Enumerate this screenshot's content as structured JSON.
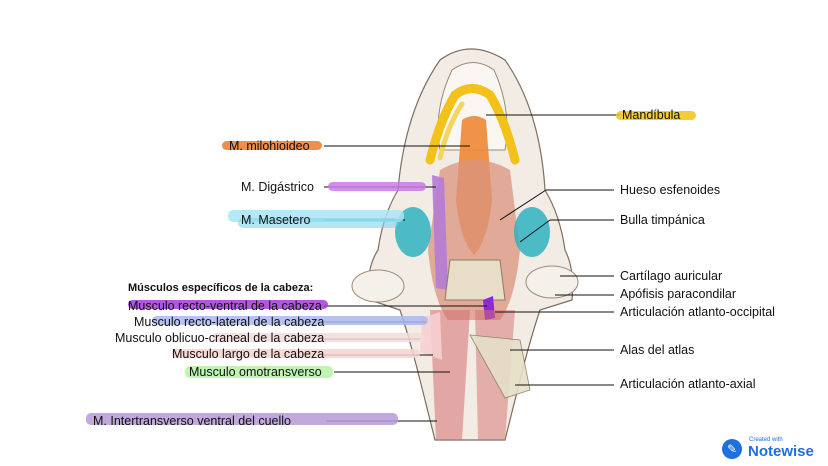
{
  "section_title": "Músculos específicos de la cabeza:",
  "labels_left": [
    {
      "id": "milohioideo",
      "text": "M. milohioideo",
      "color": "#f07a2a"
    },
    {
      "id": "digastrico",
      "text": "M. Digástrico",
      "color": "#c97ae6"
    },
    {
      "id": "masetero",
      "text": "M. Masetero",
      "color": "#7fd4f0"
    },
    {
      "id": "recto_ventral",
      "text": "Musculo recto-ventral de la cabeza",
      "color": "#a23ad8"
    },
    {
      "id": "recto_lateral",
      "text": "Musculo recto-lateral de la cabeza",
      "color": "#a9b8ec"
    },
    {
      "id": "oblicuo",
      "text": "Musculo oblicuo-craneal de la cabeza",
      "color": "#e7c4c0"
    },
    {
      "id": "largo",
      "text": "Musculo largo de la cabeza",
      "color": "#f3c6c0"
    },
    {
      "id": "omotransverso",
      "text": "Musculo omotransverso",
      "color": "#b5f2a6"
    },
    {
      "id": "intertransverso",
      "text": "M. Intertransverso ventral del cuello",
      "color": "#b69ad6"
    }
  ],
  "labels_right": [
    {
      "id": "mandibula",
      "text": "Mandíbula",
      "color": "#f3c21a"
    },
    {
      "id": "esfenoides",
      "text": "Hueso esfenoides"
    },
    {
      "id": "bulla",
      "text": "Bulla timpánica"
    },
    {
      "id": "cartilago",
      "text": "Cartílago auricular"
    },
    {
      "id": "paracondilar",
      "text": "Apófisis paracondilar"
    },
    {
      "id": "atlanto_occipital",
      "text": "Articulación atlanto-occipital"
    },
    {
      "id": "alas",
      "text": "Alas del atlas"
    },
    {
      "id": "atlanto_axial",
      "text": "Articulación atlanto-axial"
    }
  ],
  "brand": {
    "small": "Created with",
    "name": "Notewise"
  },
  "colors": {
    "mandibula": "#f3c21a",
    "milohioideo": "#f07a2a",
    "masetero": "#2fb3c0",
    "digastrico": "#b57bd6",
    "muscle": "#d98b7a"
  }
}
